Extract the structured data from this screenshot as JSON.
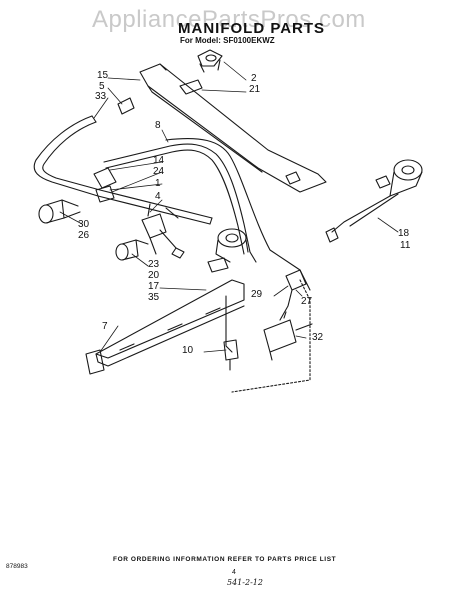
{
  "watermark": "AppliancePartsPros.com",
  "title": "MANIFOLD PARTS",
  "model_line": "For Model: SF0100EKWZ",
  "callouts": {
    "c15": "15",
    "c5": "5",
    "c33": "33",
    "c2": "2",
    "c21": "21",
    "c8": "8",
    "c14": "14",
    "c24": "24",
    "c1": "1",
    "c4": "4",
    "c30": "30",
    "c26": "26",
    "c23": "23",
    "c20": "20",
    "c17": "17",
    "c35": "35",
    "c7": "7",
    "c10": "10",
    "c29": "29",
    "c27": "27",
    "c32": "32",
    "c18": "18",
    "c11": "11"
  },
  "footer": {
    "ordering_note": "FOR ORDERING INFORMATION REFER TO PARTS PRICE LIST",
    "doc_number": "878983",
    "page_number": "4",
    "handwritten": "541-2-12"
  }
}
